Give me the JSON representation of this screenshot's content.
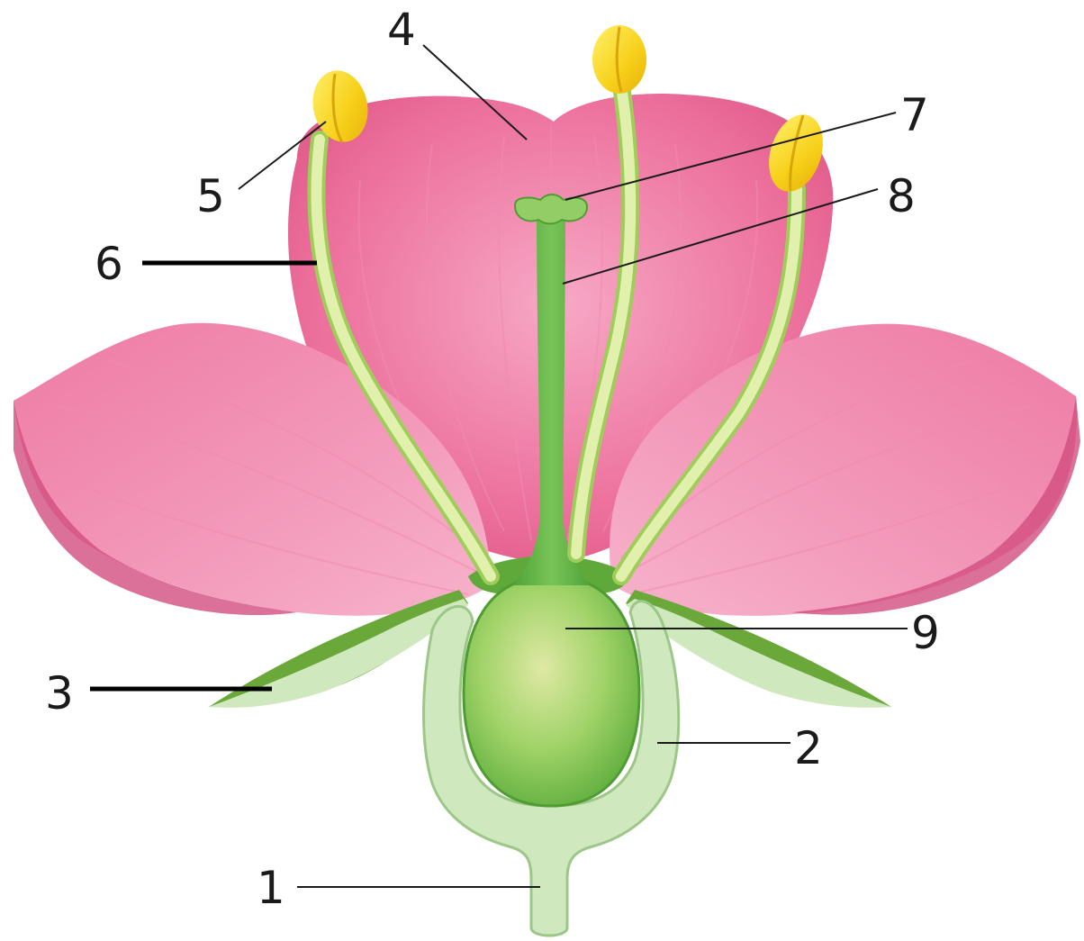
{
  "labels": {
    "receptacle_stalk": "1",
    "receptacle_cup": "2",
    "sepal": "3",
    "petal": "4",
    "anther": "5",
    "filament": "6",
    "stigma": "7",
    "style": "8",
    "ovary": "9"
  },
  "colors": {
    "petal": "#ec6f9b",
    "petal_light": "#f59bbd",
    "petal_dark": "#d74f80",
    "receptacle": "#cfe8bd",
    "receptacle_edge": "#9cc788",
    "pistil": "#6cbb48",
    "pistil_light": "#c9e38f",
    "sepal": "#5e9d2f",
    "filament": "#d7ec9c",
    "anther": "#f9d41e"
  }
}
